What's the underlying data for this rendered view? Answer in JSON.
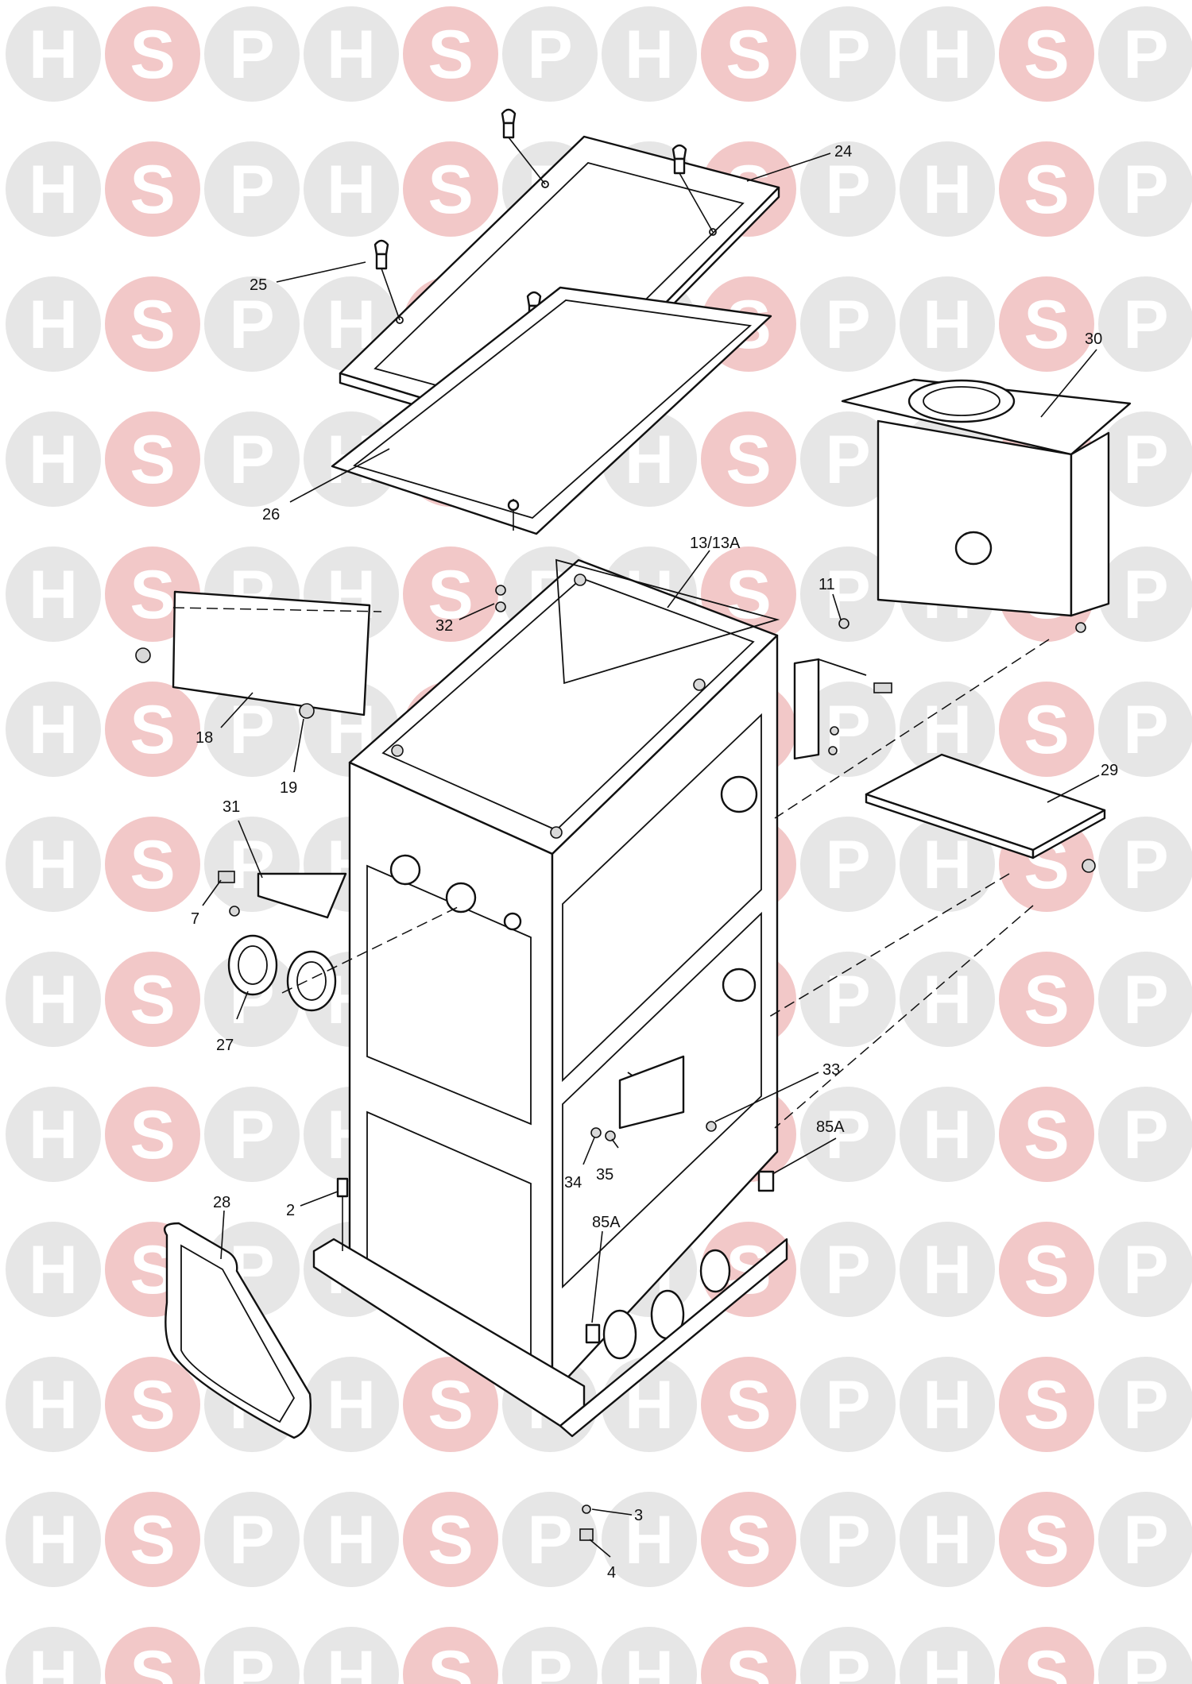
{
  "watermark": {
    "letters": [
      "H",
      "S",
      "P"
    ],
    "colors": {
      "H": "#e6e6e6",
      "S": "#f2c8c8",
      "P": "#e6e6e6",
      "center_H": "#d8e2f0",
      "center_S": "#f0c8c8",
      "center_P": "#cfdcee"
    }
  },
  "callouts": [
    {
      "id": "24",
      "text": "24"
    },
    {
      "id": "25",
      "text": "25"
    },
    {
      "id": "26",
      "text": "26"
    },
    {
      "id": "30",
      "text": "30"
    },
    {
      "id": "13-13a",
      "text": "13/13A"
    },
    {
      "id": "11",
      "text": "11"
    },
    {
      "id": "32",
      "text": "32"
    },
    {
      "id": "18",
      "text": "18"
    },
    {
      "id": "19",
      "text": "19"
    },
    {
      "id": "29",
      "text": "29"
    },
    {
      "id": "31",
      "text": "31"
    },
    {
      "id": "7",
      "text": "7"
    },
    {
      "id": "27",
      "text": "27"
    },
    {
      "id": "33",
      "text": "33"
    },
    {
      "id": "85a-right",
      "text": "85A"
    },
    {
      "id": "34",
      "text": "34"
    },
    {
      "id": "35",
      "text": "35"
    },
    {
      "id": "28",
      "text": "28"
    },
    {
      "id": "2",
      "text": "2"
    },
    {
      "id": "85a-left",
      "text": "85A"
    },
    {
      "id": "3",
      "text": "3"
    },
    {
      "id": "4",
      "text": "4"
    }
  ]
}
